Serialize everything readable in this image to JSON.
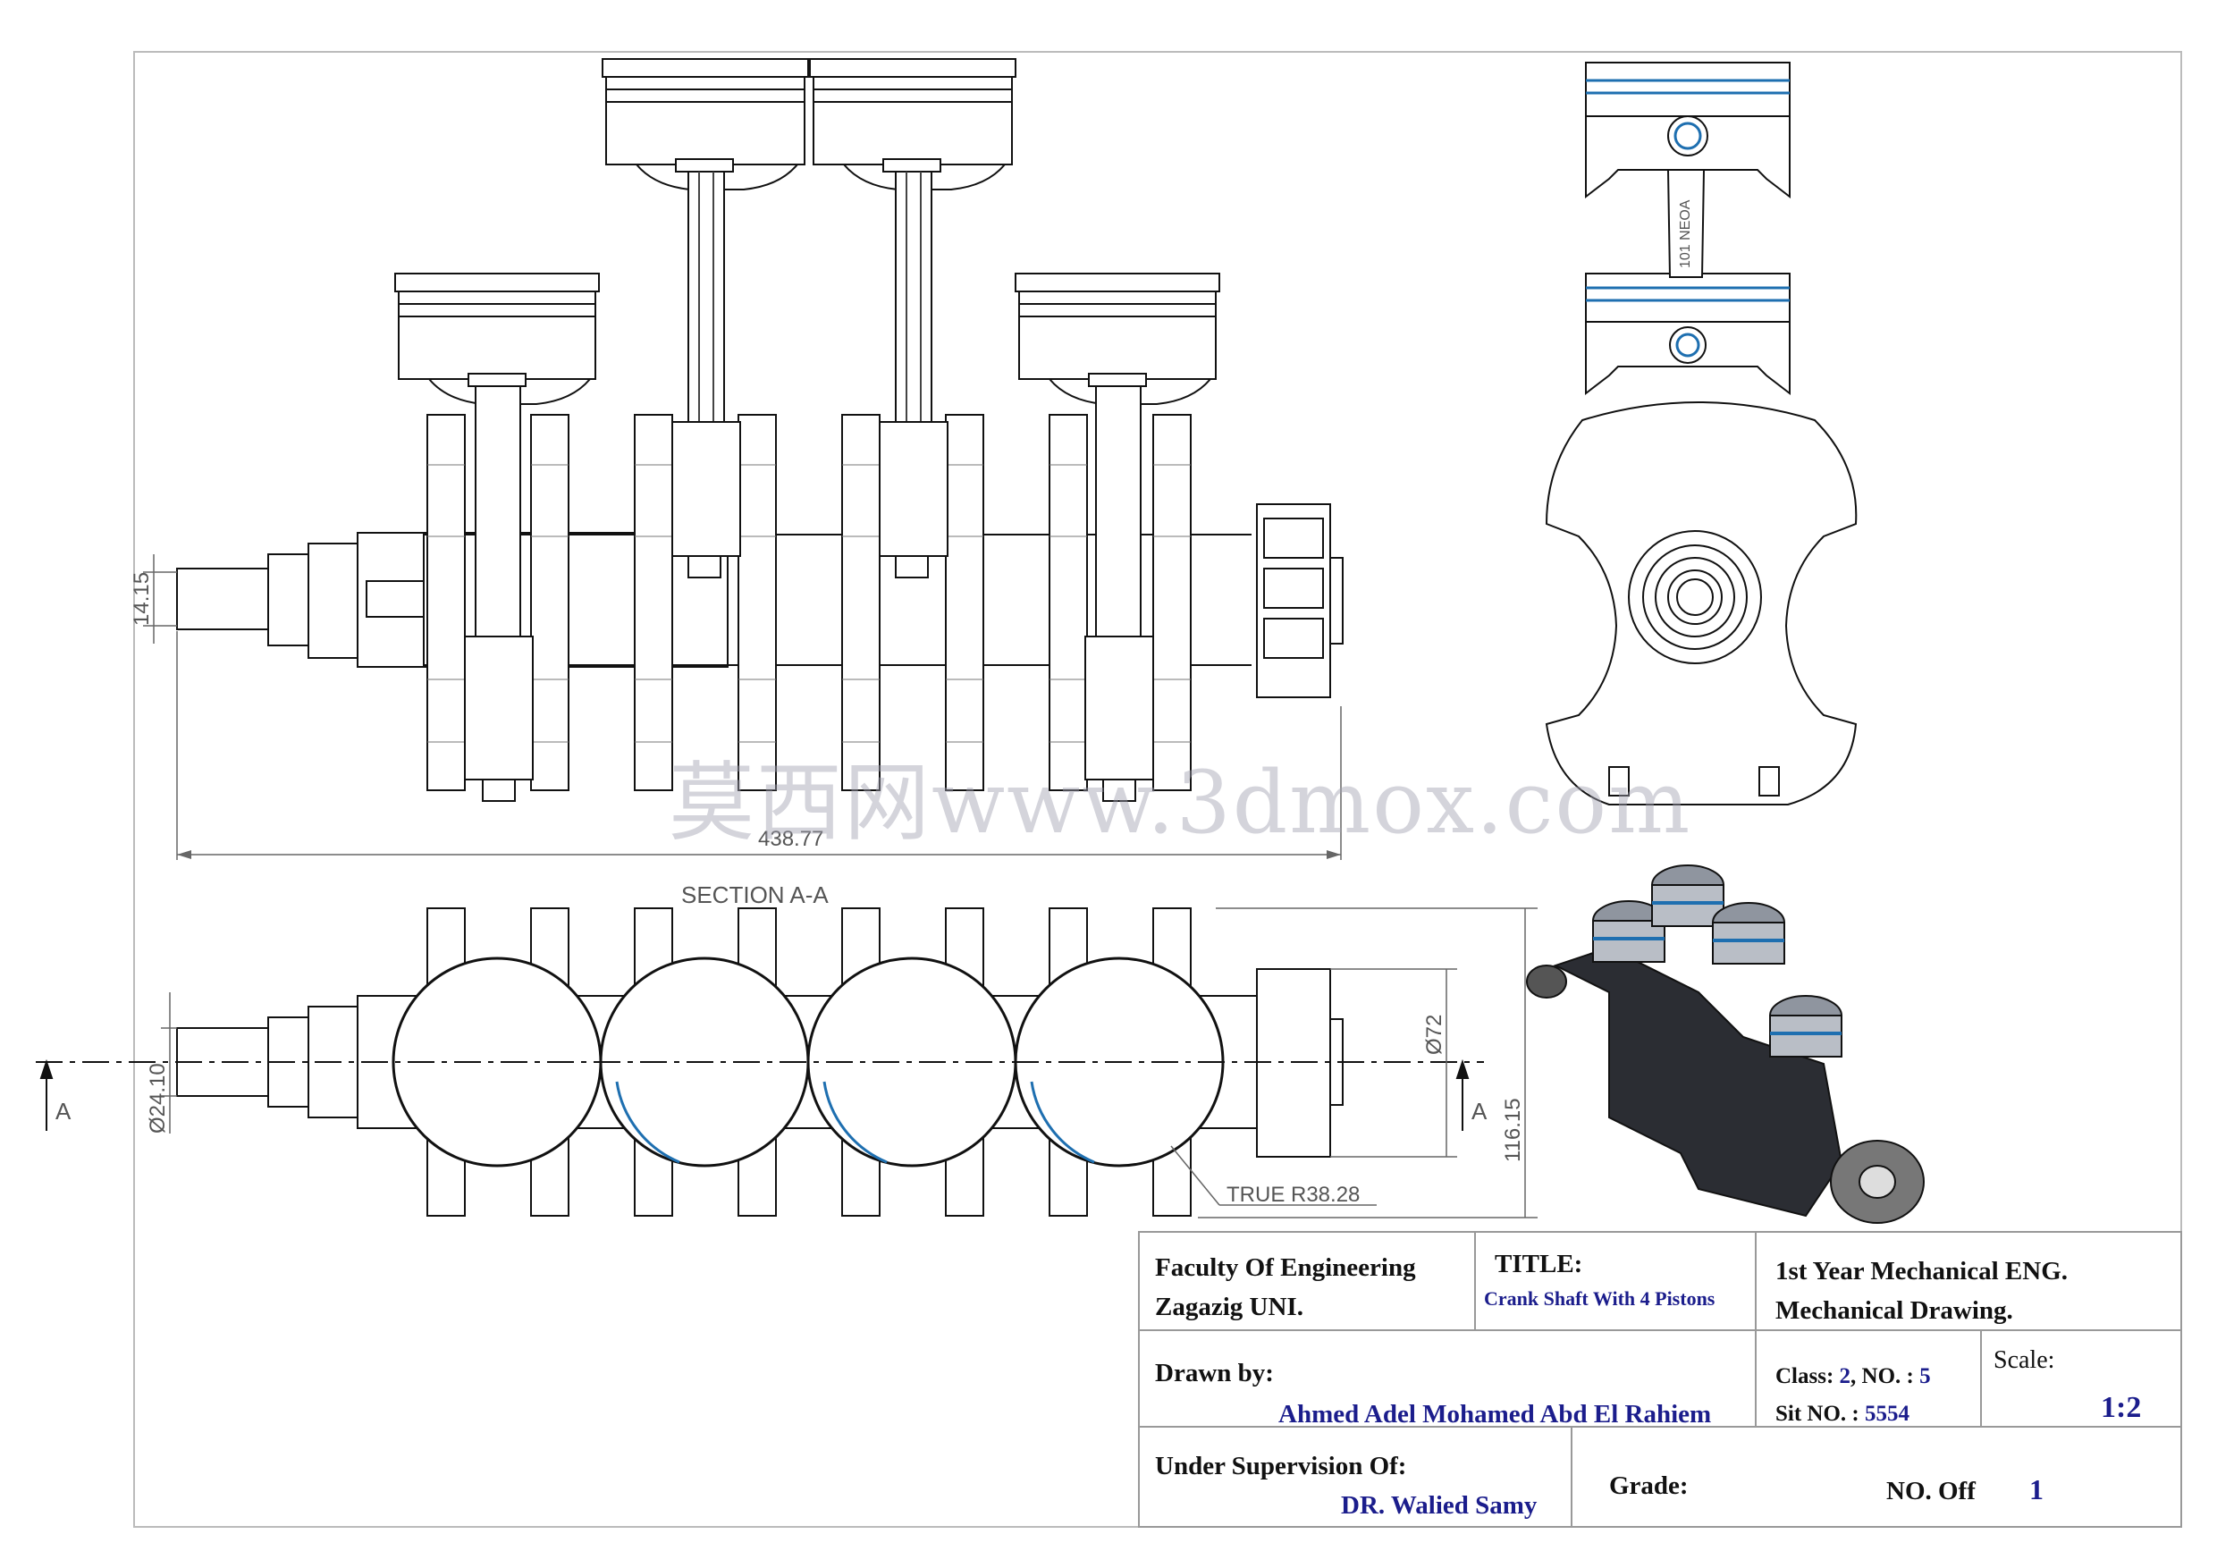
{
  "views": {
    "front_view_width_dim": "438.77",
    "front_view_shaft_dim": "14.15",
    "section_label": "SECTION A-A",
    "section_marker": "A",
    "shaft_diameter_dim": "Ø24.10",
    "flange_diameter_dim": "Ø72",
    "section_height_dim": "116.15",
    "true_radius_dim": "TRUE R38.28",
    "rod_text": "101 NEOA"
  },
  "watermark": "莫西网www.3dmox.com",
  "title_block": {
    "institution_line1": "Faculty Of Engineering",
    "institution_line2": "Zagazig UNI.",
    "title_label": "TITLE:",
    "title_value": "Crank Shaft With 4 Pistons",
    "course_line1": "1st Year Mechanical ENG.",
    "course_line2": "Mechanical Drawing.",
    "drawn_by_label": "Drawn by:",
    "drawn_by_value": "Ahmed Adel Mohamed Abd El Rahiem",
    "class_label": "Class:",
    "class_value": "2",
    "no_label": ", NO. :",
    "no_value": "5",
    "sit_label": "Sit NO. :",
    "sit_value": "5554",
    "scale_label": "Scale:",
    "scale_value": "1:2",
    "supervision_label": "Under Supervision Of:",
    "supervisor": "DR. Walied Samy",
    "grade_label": "Grade:",
    "no_off_label": "NO. Off",
    "no_off_value": "1"
  },
  "colors": {
    "line": "#111111",
    "accent_blue": "#1e6fb0",
    "title_blue": "#1b1d8c",
    "dimension": "#555555"
  }
}
